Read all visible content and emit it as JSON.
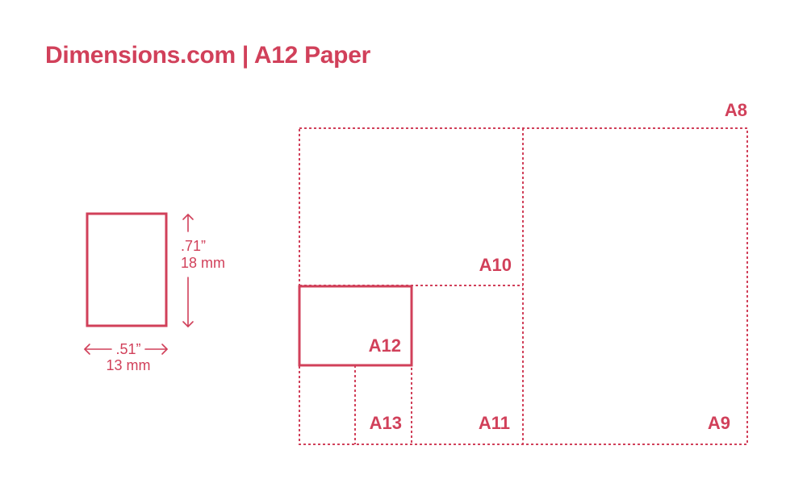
{
  "title": "Dimensions.com | A12 Paper",
  "colors": {
    "accent": "#d1405a",
    "background": "#ffffff"
  },
  "preview": {
    "height_in": ".71”",
    "height_mm": "18 mm",
    "width_in": ".51”",
    "width_mm": "13 mm"
  },
  "sheets": {
    "a8": "A8",
    "a9": "A9",
    "a10": "A10",
    "a11": "A11",
    "a12": "A12",
    "a13": "A13"
  }
}
